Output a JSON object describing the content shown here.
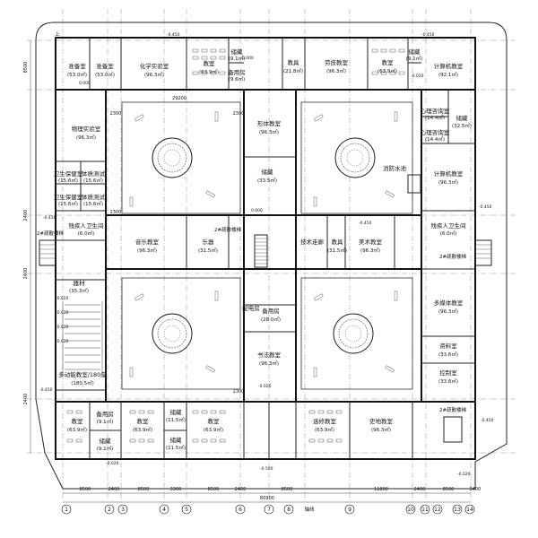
{
  "rooms": [
    {
      "id": "r1",
      "name": "准备室",
      "area": "(53.0㎡)"
    },
    {
      "id": "r2",
      "name": "准备室",
      "area": "(53.0㎡)"
    },
    {
      "id": "r3",
      "name": "化学实验室",
      "area": "(96.3㎡)"
    },
    {
      "id": "r4",
      "name": "教室",
      "area": "(63.9㎡)"
    },
    {
      "id": "r5",
      "name": "储藏",
      "area": "(9.1㎡)"
    },
    {
      "id": "r6",
      "name": "备用房",
      "area": "(9.6㎡)"
    },
    {
      "id": "r7",
      "name": "教具",
      "area": "(21.8㎡)"
    },
    {
      "id": "r8",
      "name": "劳技教室",
      "area": "(96.3㎡)"
    },
    {
      "id": "r9",
      "name": "教室",
      "area": "(63.9㎡)"
    },
    {
      "id": "r10",
      "name": "储藏",
      "area": "(9.1㎡)"
    },
    {
      "id": "r11",
      "name": "计算机教室",
      "area": "(92.1㎡)"
    },
    {
      "id": "r12",
      "name": "物理实验室",
      "area": "(96.3㎡)"
    },
    {
      "id": "r13",
      "name": "形体教室",
      "area": "(96.3㎡)"
    },
    {
      "id": "r14",
      "name": "心理咨询室",
      "area": "(14.4㎡)"
    },
    {
      "id": "r15",
      "name": "心理咨询室",
      "area": "(14.4㎡)"
    },
    {
      "id": "r16",
      "name": "储藏",
      "area": "(32.5㎡)"
    },
    {
      "id": "r17",
      "name": "卫生保健室",
      "area": "(15.6㎡)"
    },
    {
      "id": "r18",
      "name": "体质测试",
      "area": "(15.6㎡)"
    },
    {
      "id": "r19",
      "name": "卫生保健室",
      "area": "(15.6㎡)"
    },
    {
      "id": "r20",
      "name": "体质测试",
      "area": "(15.6㎡)"
    },
    {
      "id": "r21",
      "name": "储藏",
      "area": "(33.5㎡)"
    },
    {
      "id": "r22",
      "name": "计算机教室",
      "area": "(96.3㎡)"
    },
    {
      "id": "r23",
      "name": "残疾人卫生间",
      "area": "(6.0㎡)"
    },
    {
      "id": "r24",
      "name": "音乐教室",
      "area": "(96.3㎡)"
    },
    {
      "id": "r25",
      "name": "乐器",
      "area": "(31.5㎡)"
    },
    {
      "id": "r26",
      "name": "教具",
      "area": "(31.5㎡)"
    },
    {
      "id": "r27",
      "name": "美术教室",
      "area": "(96.3㎡)"
    },
    {
      "id": "r28",
      "name": "残疾人卫生间",
      "area": "(6.0㎡)"
    },
    {
      "id": "r29",
      "name": "器材",
      "area": "(35.3㎡)"
    },
    {
      "id": "r30",
      "name": "备用房",
      "area": "(28.0㎡)"
    },
    {
      "id": "r31",
      "name": "多媒体教室",
      "area": "(96.3㎡)"
    },
    {
      "id": "r32",
      "name": "书法教室",
      "area": "(96.3㎡)"
    },
    {
      "id": "r33",
      "name": "多动能教室/180座",
      "area": "(180.5㎡)"
    },
    {
      "id": "r34",
      "name": "资料室",
      "area": "(33.6㎡)"
    },
    {
      "id": "r35",
      "name": "控制室",
      "area": "(33.6㎡)"
    },
    {
      "id": "r36",
      "name": "教室",
      "area": "(63.9㎡)"
    },
    {
      "id": "r37",
      "name": "备用房",
      "area": "(9.1㎡)"
    },
    {
      "id": "r38",
      "name": "储藏",
      "area": "(9.1㎡)"
    },
    {
      "id": "r39",
      "name": "教室",
      "area": "(63.9㎡)"
    },
    {
      "id": "r40",
      "name": "储藏",
      "area": "(11.5㎡)"
    },
    {
      "id": "r41",
      "name": "储藏",
      "area": "(11.5㎡)"
    },
    {
      "id": "r42",
      "name": "教室",
      "area": "(63.9㎡)"
    },
    {
      "id": "r43",
      "name": "选修教室",
      "area": "(63.9㎡)"
    },
    {
      "id": "r44",
      "name": "史地教室",
      "area": "(96.3㎡)"
    }
  ],
  "labels": {
    "fire_room": "消防水池",
    "tech_corridor": "技术走廊",
    "dist_room": "配电房",
    "escape_stairs": [
      "2#疏散楼梯",
      "2#疏散楼梯",
      "2#疏散楼梯",
      "2#疏散楼梯"
    ],
    "court_dim_w": "29200",
    "court_side": [
      "2300",
      "2300",
      "2300",
      "2300"
    ],
    "up_mark": "上"
  },
  "levels": [
    "0.000",
    "-0.450",
    "-0.020",
    "-0.020",
    "-0.020",
    "-0.020",
    "0.000",
    "0.000",
    "-0.020",
    "-0.020",
    "-0.020",
    "-0.020",
    "-0.450",
    "-0.450",
    "-0.500",
    "-0.450",
    "-0.450",
    "-0.450",
    "-0.450"
  ],
  "dimensions": {
    "bottom_spans": [
      "8500",
      "2400",
      "8500",
      "3300",
      "8500",
      "2400",
      "8500",
      "11800",
      "2400",
      "8500",
      "2400"
    ],
    "total": "80900",
    "left_spans": [
      "8500",
      "2400",
      "2400",
      "2400"
    ]
  },
  "axes": [
    "1",
    "2",
    "3",
    "4",
    "5",
    "6",
    "7",
    "8",
    "9",
    "10",
    "11",
    "12",
    "13",
    "14"
  ],
  "axis_note": "轴线"
}
